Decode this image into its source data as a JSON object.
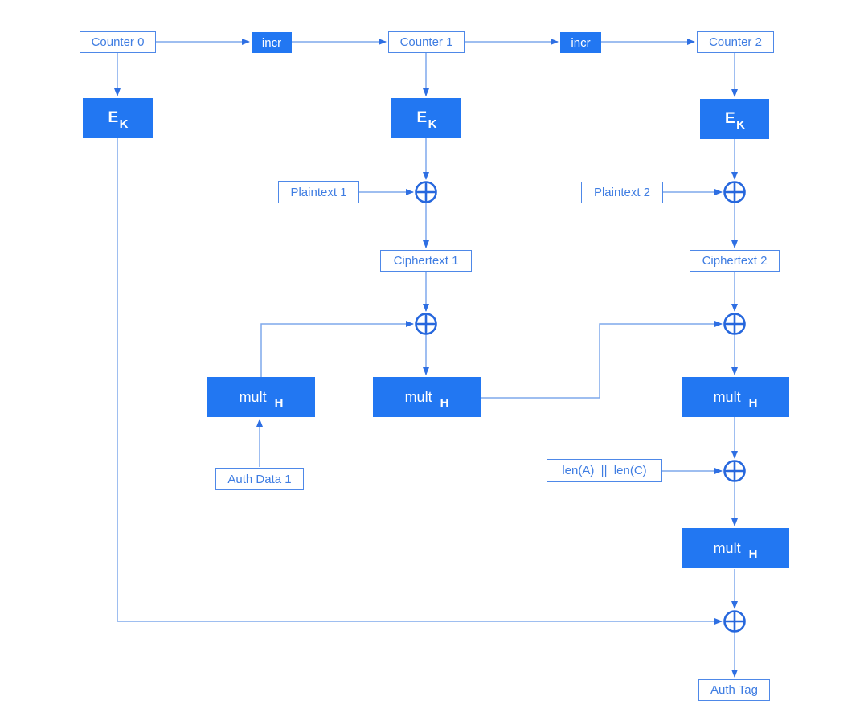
{
  "diagram": {
    "type": "flow-diagram",
    "subject": "GCM authenticated encryption (counter mode with GHASH authentication)",
    "colors": {
      "block_fill": "#2277f2",
      "block_text": "#ffffff",
      "outline_border": "#4e88e8",
      "outline_text": "#3f7de2",
      "wire": "#7fa8ec",
      "arrowhead": "#2e6fe3",
      "xor_symbol": "#2667dd",
      "background": "#ffffff"
    },
    "nodes": {
      "counter_0": {
        "label": "Counter 0"
      },
      "incr_1": {
        "label": "incr"
      },
      "counter_1": {
        "label": "Counter 1"
      },
      "incr_2": {
        "label": "incr"
      },
      "counter_2": {
        "label": "Counter 2"
      },
      "ek": {
        "main": "E",
        "sub": "K"
      },
      "mult": {
        "main": "mult",
        "sub": "H"
      },
      "plaintext_1": {
        "label": "Plaintext 1"
      },
      "plaintext_2": {
        "label": "Plaintext 2"
      },
      "ciphertext_1": {
        "label": "Ciphertext 1"
      },
      "ciphertext_2": {
        "label": "Ciphertext 2"
      },
      "auth_data_1": {
        "label": "Auth Data 1"
      },
      "len_concat": {
        "label": "len(A)  ||  len(C)"
      },
      "auth_tag": {
        "label": "Auth Tag"
      }
    },
    "xor_nodes_count": 6,
    "ek_blocks_count": 3,
    "mult_blocks_count": 4
  }
}
